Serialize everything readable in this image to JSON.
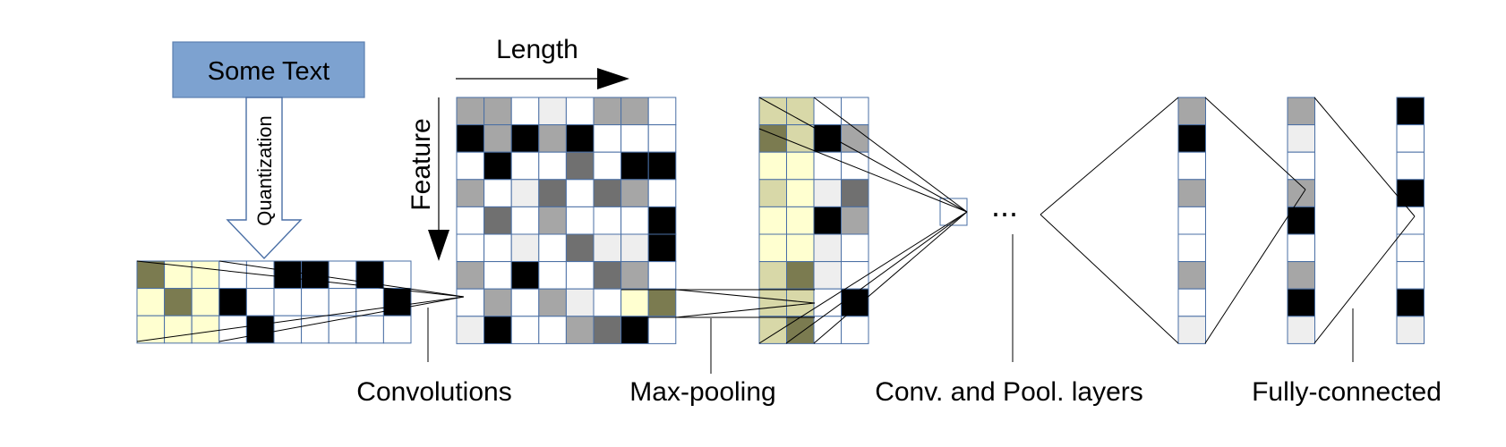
{
  "input_box": {
    "label": "Some Text",
    "fill": "#7da2d0",
    "stroke": "#5a7fb0"
  },
  "quantization": {
    "label": "Quantization"
  },
  "axes": {
    "length_label": "Length",
    "feature_label": "Feature"
  },
  "ellipsis": "...",
  "stages": {
    "convolutions": "Convolutions",
    "max_pooling": "Max-pooling",
    "conv_pool": "Conv. and Pool. layers",
    "fully_connected": "Fully-connected"
  },
  "colors": {
    "grid_line": "#4a6fa5",
    "cell_white": "#ffffff",
    "cell_black": "#000000",
    "cell_gray": "#a6a6a6",
    "cell_light_gray": "#eeeeee",
    "cell_dark_gray": "#707070",
    "cell_olive": "#7b7b50",
    "cell_cream": "#ffffd0",
    "cell_khaki": "#d8d8a8"
  },
  "matrices": {
    "input": [
      [
        "O",
        "C",
        "C",
        "W",
        "W",
        "K",
        "K",
        "W",
        "K",
        "W"
      ],
      [
        "C",
        "O",
        "C",
        "K",
        "W",
        "W",
        "W",
        "W",
        "W",
        "K"
      ],
      [
        "C",
        "C",
        "C",
        "W",
        "K",
        "W",
        "W",
        "W",
        "W",
        "W"
      ]
    ],
    "conv": [
      [
        "G",
        "G",
        "W",
        "E",
        "W",
        "G",
        "G",
        "W"
      ],
      [
        "K",
        "G",
        "K",
        "G",
        "K",
        "W",
        "W",
        "W"
      ],
      [
        "W",
        "K",
        "W",
        "W",
        "D",
        "W",
        "K",
        "K"
      ],
      [
        "G",
        "W",
        "E",
        "D",
        "W",
        "D",
        "G",
        "W"
      ],
      [
        "W",
        "D",
        "W",
        "G",
        "W",
        "W",
        "W",
        "K"
      ],
      [
        "W",
        "W",
        "E",
        "W",
        "D",
        "E",
        "E",
        "K"
      ],
      [
        "G",
        "W",
        "K",
        "W",
        "W",
        "D",
        "G",
        "W"
      ],
      [
        "W",
        "G",
        "W",
        "G",
        "E",
        "W",
        "C",
        "O"
      ],
      [
        "E",
        "K",
        "W",
        "W",
        "G",
        "D",
        "K",
        "W"
      ]
    ],
    "pool": [
      [
        "A",
        "A",
        "W",
        "W"
      ],
      [
        "O",
        "A",
        "K",
        "G"
      ],
      [
        "C",
        "C",
        "W",
        "W"
      ],
      [
        "A",
        "C",
        "E",
        "D"
      ],
      [
        "C",
        "C",
        "K",
        "G"
      ],
      [
        "C",
        "C",
        "E",
        "W"
      ],
      [
        "A",
        "O",
        "E",
        "W"
      ],
      [
        "A",
        "A",
        "W",
        "K"
      ],
      [
        "A",
        "O",
        "W",
        "W"
      ]
    ],
    "fc_a": [
      "G",
      "K",
      "W",
      "G",
      "W",
      "W",
      "G",
      "W",
      "E"
    ],
    "fc_b": [
      "G",
      "E",
      "W",
      "G",
      "K",
      "W",
      "G",
      "K",
      "E"
    ],
    "fc_c": [
      "K",
      "W",
      "W",
      "K",
      "W",
      "W",
      "W",
      "K",
      "E"
    ]
  }
}
